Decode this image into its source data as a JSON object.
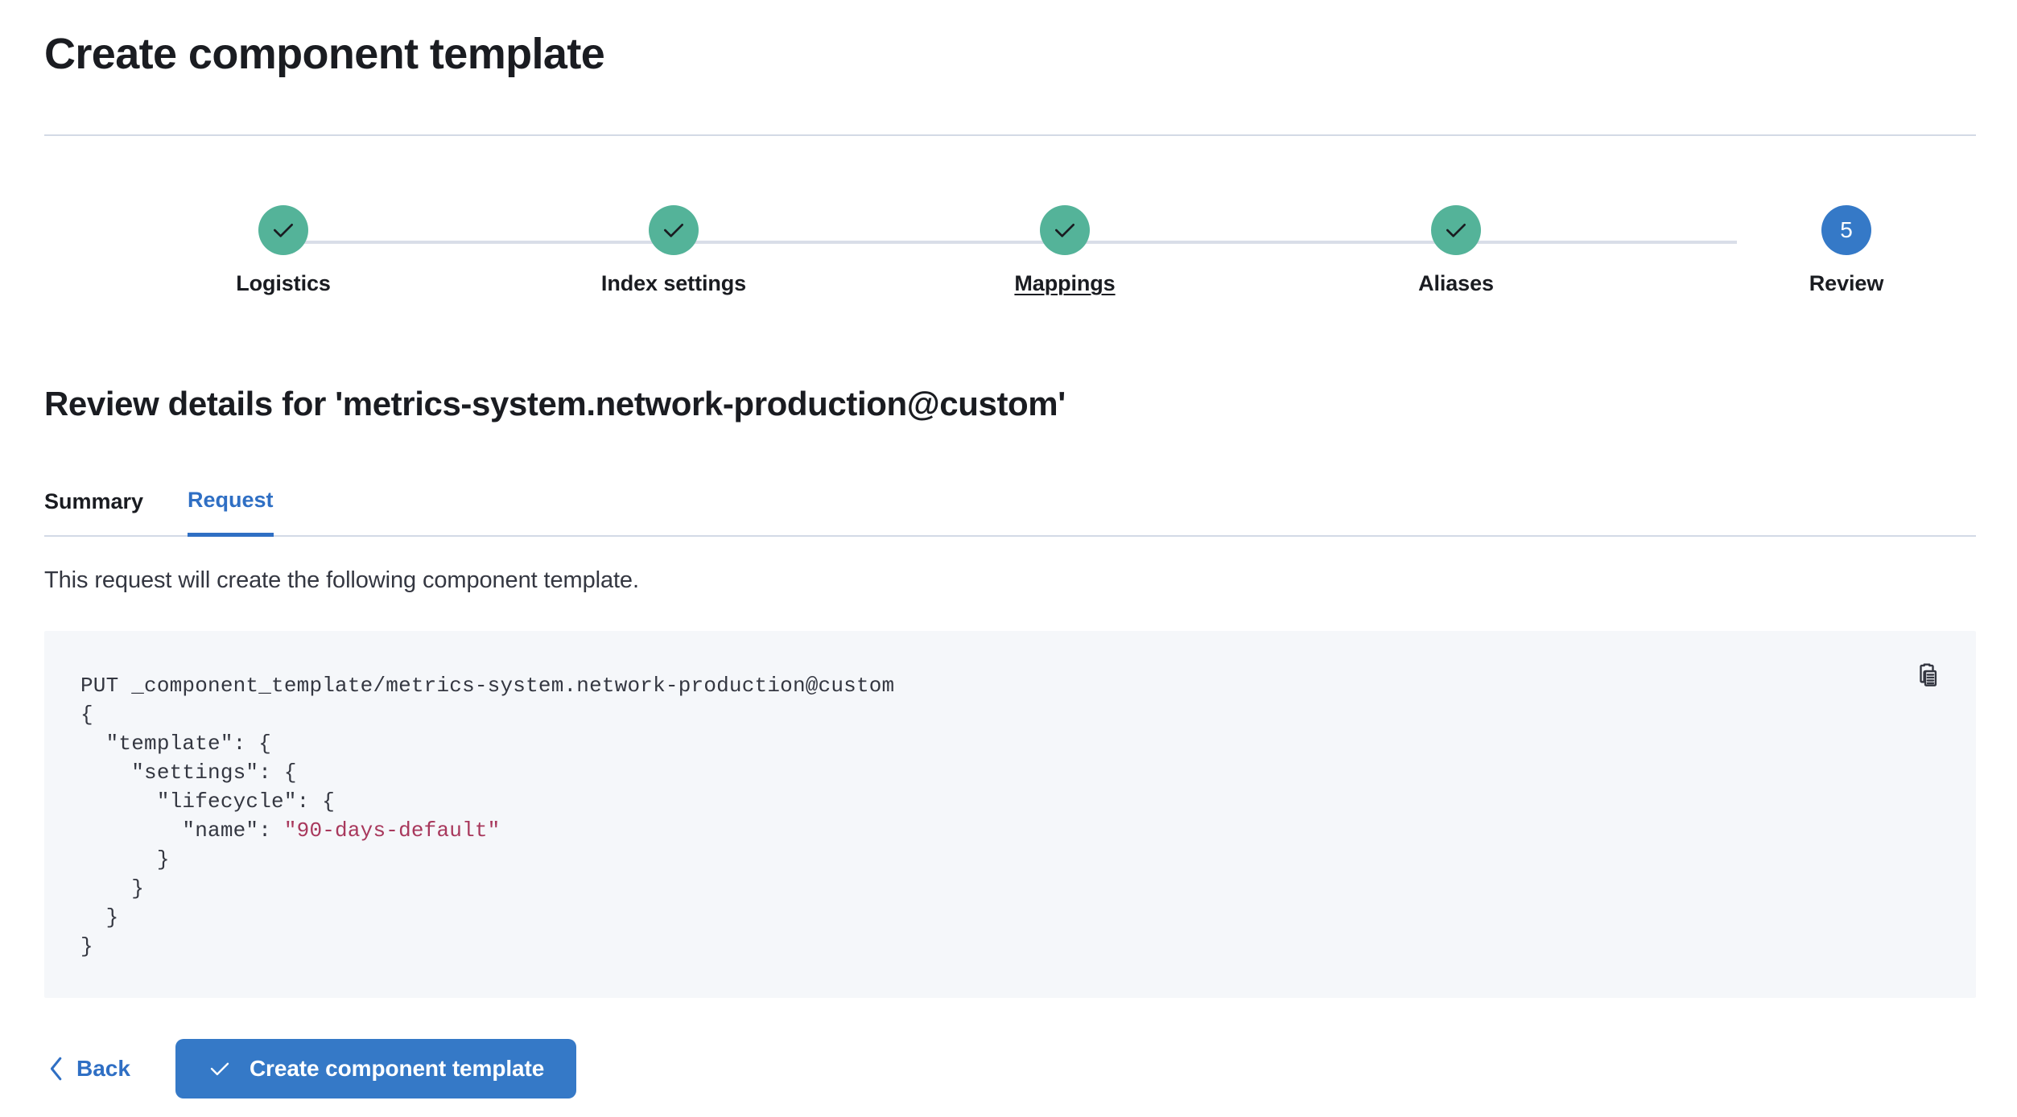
{
  "header": {
    "title": "Create component template"
  },
  "stepper": {
    "steps": [
      {
        "label": "Logistics",
        "state": "complete",
        "number": "1",
        "icon": "check-icon",
        "linked": false
      },
      {
        "label": "Index settings",
        "state": "complete",
        "number": "2",
        "icon": "check-icon",
        "linked": false
      },
      {
        "label": "Mappings",
        "state": "complete",
        "number": "3",
        "icon": "check-icon",
        "linked": true
      },
      {
        "label": "Aliases",
        "state": "complete",
        "number": "4",
        "icon": "check-icon",
        "linked": false
      },
      {
        "label": "Review",
        "state": "current",
        "number": "5",
        "icon": "",
        "linked": false
      }
    ]
  },
  "review": {
    "heading": "Review details for 'metrics-system.network-production@custom'"
  },
  "tabs": {
    "items": [
      {
        "label": "Summary",
        "active": false
      },
      {
        "label": "Request",
        "active": true
      }
    ]
  },
  "request": {
    "description": "This request will create the following component template.",
    "code_line_1": "PUT _component_template/metrics-system.network-production@custom",
    "code_body_before": "{\n  \"template\": {\n    \"settings\": {\n      \"lifecycle\": {\n        \"name\": ",
    "code_string_value": "\"90-days-default\"",
    "code_body_after": "\n      }\n    }\n  }\n}",
    "copy_label": "copy-icon"
  },
  "footer": {
    "back_label": "Back",
    "submit_label": "Create component template"
  },
  "colors": {
    "complete_step": "#54b399",
    "current_step": "#3579c7",
    "accent_blue": "#2f6fc4",
    "primary_button": "#3579c7",
    "code_background": "#f5f7fa",
    "code_string": "#a8385c",
    "divider": "#d3dae6",
    "text": "#1a1c21"
  }
}
